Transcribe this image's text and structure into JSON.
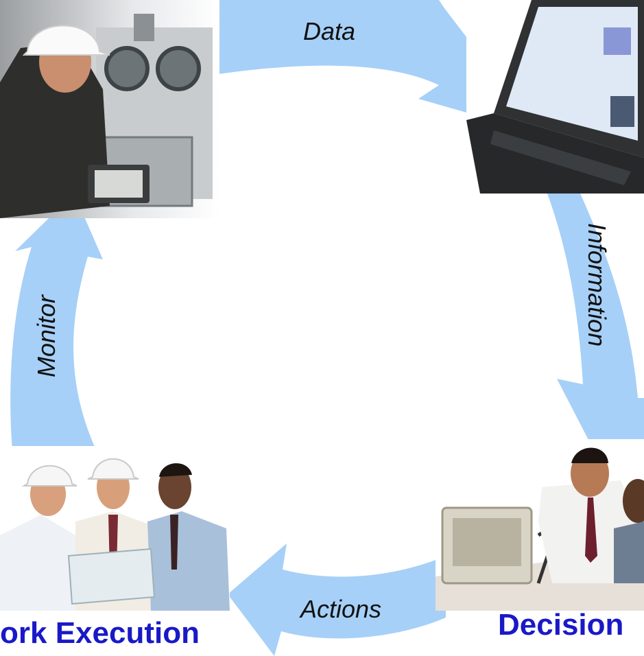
{
  "colors": {
    "arrow": "#a6d0f7",
    "stage_label": "#1919c8",
    "flow_label": "#111111"
  },
  "flows": {
    "data": "Data",
    "information": "Information",
    "actions": "Actions",
    "monitor": "Monitor"
  },
  "stages": {
    "work_execution": "ork Execution",
    "decision": "Decision"
  },
  "photos": {
    "field_inspection": "worker-with-tablet-photo",
    "laptop_software": "laptop-screen-photo",
    "decision_meeting": "office-meeting-photo",
    "work_team": "engineers-team-photo"
  }
}
